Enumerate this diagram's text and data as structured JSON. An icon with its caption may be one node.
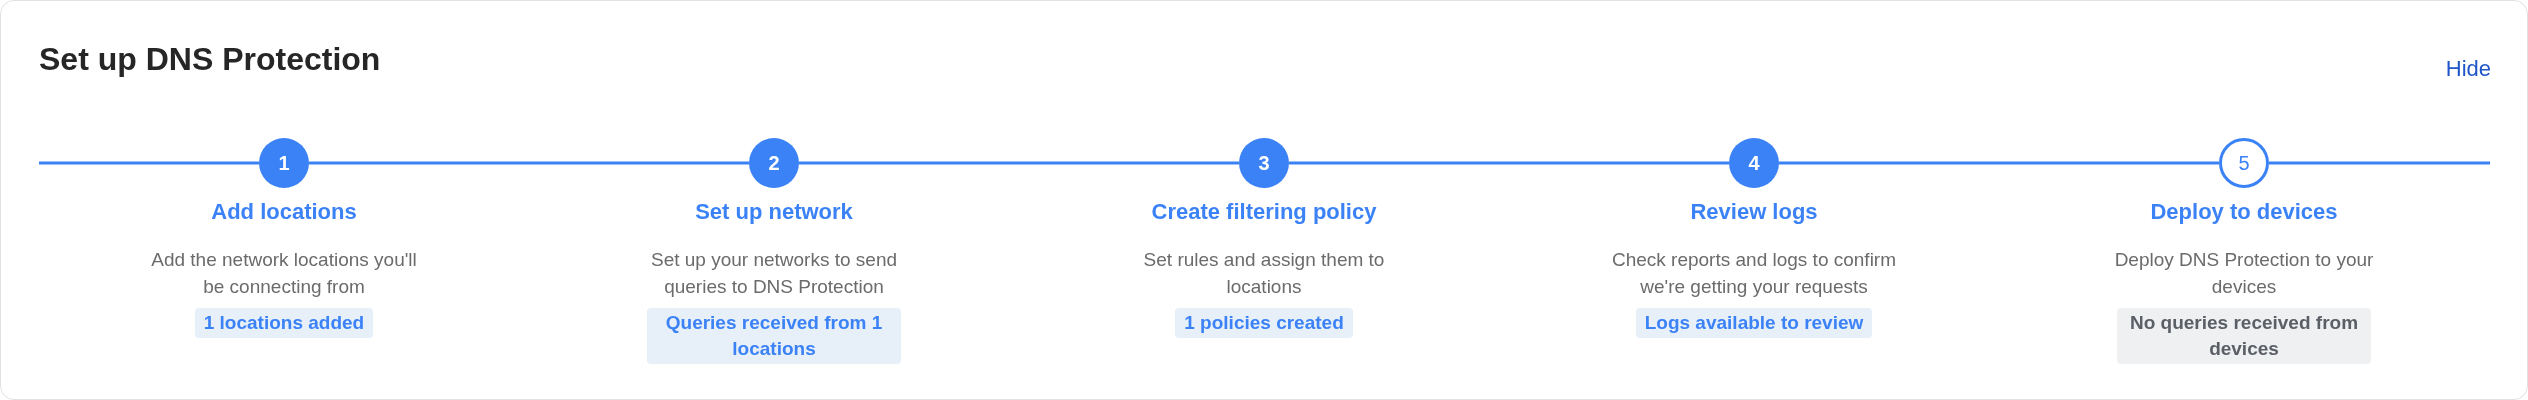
{
  "diagram": {
    "title": "Set up DNS Protection",
    "nodes": [
      {
        "text": [
          "1",
          "Add locations"
        ],
        "beside": [
          "Add the network locations you'll be connecting from",
          "1 locations added"
        ]
      },
      {
        "text": [
          "2",
          "Set up network"
        ],
        "beside": [
          "Set up your networks to send queries to DNS Protection",
          "Queries received from 1 locations"
        ]
      },
      {
        "text": [
          "3",
          "Create filtering policy"
        ],
        "beside": [
          "Set rules and assign them to locations",
          "1 policies created"
        ]
      },
      {
        "text": [
          "4",
          "Review logs"
        ],
        "beside": [
          "Check reports and logs to confirm we're getting your requests",
          "Logs available to review"
        ]
      },
      {
        "text": [
          "5",
          "Deploy to devices"
        ],
        "beside": [
          "Deploy DNS Protection to your devices",
          "No queries received from devices"
        ]
      }
    ],
    "edges": [
      {
        "from": null,
        "to": 0,
        "arrow": "none"
      },
      {
        "from": 0,
        "to": 1,
        "arrow": "none"
      },
      {
        "from": 1,
        "to": 2,
        "arrow": "none"
      },
      {
        "from": 2,
        "to": 3,
        "arrow": "none"
      },
      {
        "from": 3,
        "to": 4,
        "arrow": "none"
      },
      {
        "from": 4,
        "to": null,
        "arrow": "none"
      }
    ],
    "labels": [
      "Hide"
    ]
  }
}
